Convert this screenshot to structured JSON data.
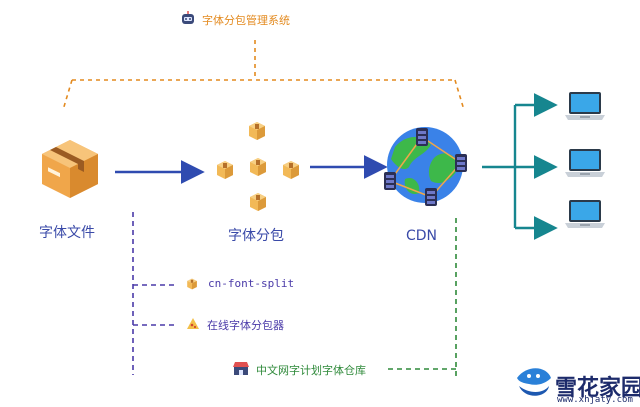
{
  "header": {
    "system_title": "字体分包管理系统",
    "icon": "robot-icon"
  },
  "nodes": {
    "font_file": {
      "label": "字体文件",
      "icon": "package-box-icon"
    },
    "font_split": {
      "label": "字体分包",
      "icon": "small-boxes-icon"
    },
    "cdn": {
      "label": "CDN",
      "icon": "globe-servers-icon"
    },
    "clients": {
      "icon": "laptop-icon",
      "count": 3
    }
  },
  "links": {
    "cn_font_split": {
      "label": "cn-font-split",
      "icon": "box-icon"
    },
    "online_splitter": {
      "label": "在线字体分包器",
      "icon": "pizza-icon"
    },
    "repo": {
      "label": "中文网字计划字体仓库",
      "icon": "store-icon"
    }
  },
  "watermark": {
    "title": "雪花家园",
    "url": "www.xhjaty.com"
  },
  "colors": {
    "orange": "#e38a1f",
    "blue_arrow": "#2f4bb0",
    "purple_dash": "#4a3aa8",
    "green_dash": "#2f8a3a",
    "teal": "#16868f"
  }
}
